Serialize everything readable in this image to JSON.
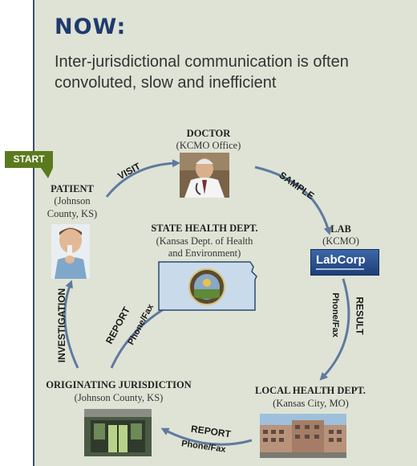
{
  "heading": "NOW:",
  "subheading": "Inter-jurisdictional communication is often convoluted, slow and inefficient",
  "start": "START",
  "nodes": {
    "doctor": {
      "title": "DOCTOR",
      "sub": "(KCMO Office)"
    },
    "patient": {
      "title": "PATIENT",
      "sub1": "(Johnson",
      "sub2": "County, KS)"
    },
    "state": {
      "title": "STATE HEALTH DEPT.",
      "sub1": "(Kansas Dept. of Health",
      "sub2": "and Environment)"
    },
    "lab": {
      "title": "LAB",
      "sub": "(KCMO)",
      "logo_text": "LabCorp"
    },
    "local": {
      "title": "LOCAL HEALTH DEPT.",
      "sub": "(Kansas City, MO)"
    },
    "origin": {
      "title": "ORIGINATING JURISDICTION",
      "sub": "(Johnson County, KS)"
    }
  },
  "arrows": {
    "visit": "VISIT",
    "sample": "SAMPLE",
    "result": "RESULT",
    "result_sub": "Phone/Fax",
    "report_bottom": "REPORT",
    "report_bottom_sub": "Phone/Fax",
    "report_left": "REPORT",
    "report_left_sub": "Phone/Fax",
    "investigation": "INVESTIGATION"
  },
  "colors": {
    "panel": "#dfe3d5",
    "heading": "#1f3a6e",
    "arrow": "#5f7a9e",
    "start": "#5b7a1e"
  }
}
